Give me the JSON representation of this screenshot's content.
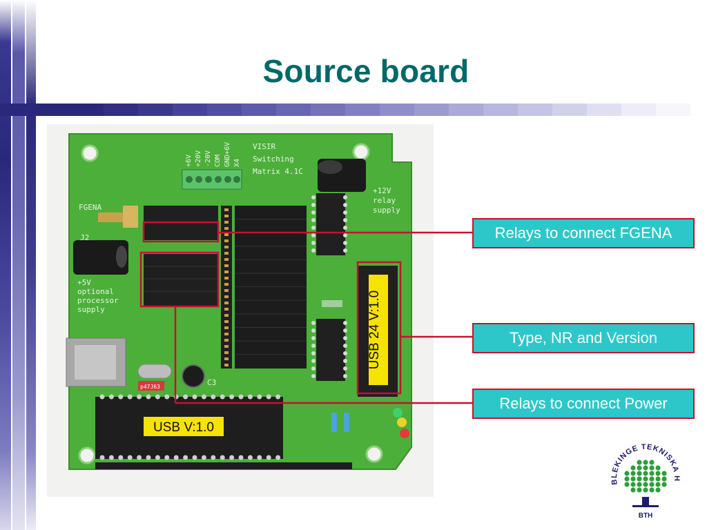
{
  "slide": {
    "title": "Source board"
  },
  "board": {
    "labels": {
      "visir_line1": "VISIR",
      "visir_line2": "Switching",
      "visir_line3": "Matrix 4.1C",
      "supply_12v": "+12V",
      "relay_word": "relay",
      "supply_word": "supply",
      "fgena": "FGENA",
      "j2": "J2",
      "opt_line1": "+5V",
      "opt_line2": "optional",
      "opt_line3": "processor",
      "opt_line4": "supply",
      "c3": "C3",
      "p47363": "p47J63",
      "usb_chip_label": "USB V:1.0",
      "usb24_label": "USB 24 V:1.0",
      "connector_pins": [
        "+6V",
        "+20V",
        "-20V",
        "COM",
        "GND+6V",
        "X4"
      ]
    }
  },
  "callouts": [
    {
      "text": "Relays to connect FGENA"
    },
    {
      "text": "Type, NR and Version"
    },
    {
      "text": "Relays to connect Power"
    }
  ],
  "logo": {
    "ring_text": "BLEKINGE TEKNISKA HÖGSKOLA",
    "abbr": "BTH"
  },
  "colors": {
    "title": "#006868",
    "callout_bg": "#2ec7c9",
    "callout_border": "#c8102e",
    "pcb": "#4caf3a",
    "navy": "#1d1b6b"
  }
}
